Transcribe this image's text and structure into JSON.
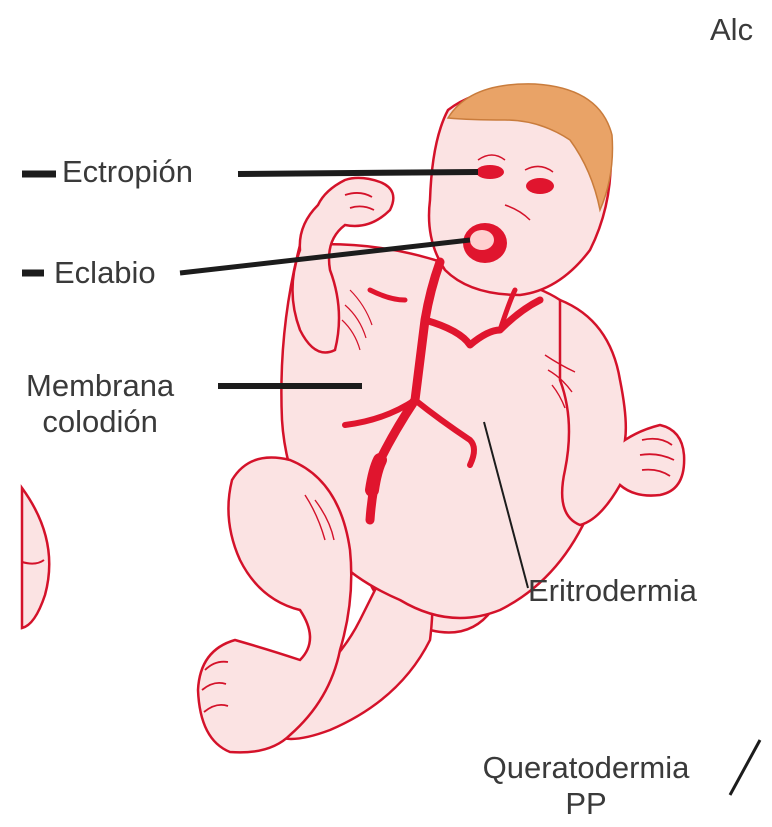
{
  "labels": {
    "alc": "Alc",
    "ectropion": "Ectropión",
    "eclabio": "Eclabio",
    "membrana_line1": "Membrana",
    "membrana_line2": "colodión",
    "eritrodermia": "Eritrodermia",
    "queratodermia_line1": "Queratodermia",
    "queratodermia_line2": "PP"
  },
  "colors": {
    "skin": "#fbe3e3",
    "skin_outline": "#d4122a",
    "fissure": "#e0152e",
    "hair": "#e9a367",
    "leader_line": "#1c1c1c",
    "text": "#3a3a3a"
  },
  "icons": [
    "colloidion-baby-illustration"
  ]
}
